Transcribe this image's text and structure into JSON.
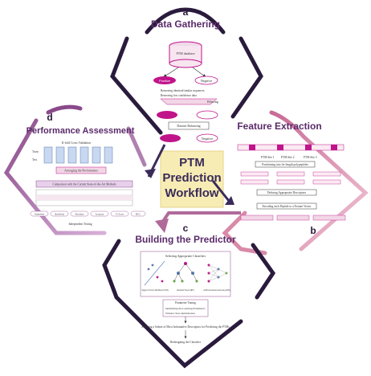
{
  "center": {
    "line1": "PTM",
    "line2": "Prediction",
    "line3": "Workflow"
  },
  "panels": {
    "a": {
      "letter": "a",
      "title": "Data Gathering",
      "db_label": "PTM database",
      "positive_label": "Positive",
      "negative_label": "Negative",
      "bullet1": "Removing identical/similar sequences",
      "bullet2": "Removing low confidence data",
      "filtering_label": "Filtering",
      "balancing_label": "Dataset Balancing",
      "neg2_label": "Negative"
    },
    "b": {
      "letter": "b",
      "title": "Feature Extraction",
      "seq_labels": [
        "PTM Site 1",
        "PTM Site 2",
        "PTM Site 3"
      ],
      "step1": "Partitioning into fix-length polypeptides",
      "step2": "Defining Appropriate Descriptors",
      "step3": "Encoding each Peptide to a Feature Vector"
    },
    "c": {
      "letter": "c",
      "title": "Building the Predictor",
      "box_title": "Selecting Appropriate Classifiers",
      "clf1": "Support Vector Machine (SVM)",
      "clf2": "Random Forest (RF)",
      "clf3": "Artificial neural network (ANN)",
      "tuning_title": "Parameter Tuning",
      "tuning1": "Optimizing the Learning Parameters",
      "tuning2": "Window Size Optimization",
      "step_select": "Selecting a Subset of Most Informative Descriptors for Predicting the PTMs",
      "step_retrain": "Redesigning the Classifier"
    },
    "d": {
      "letter": "d",
      "title": "Performance Assessment",
      "cv_label": "K-fold Cross Validation",
      "train_label": "Train",
      "test_label": "Test",
      "avg_label": "Averaging the Performance",
      "compare_label": "Comparison with the Current State-of-the-Art Methods",
      "metrics": [
        "Sensitivity",
        "Specificity",
        "Precision",
        "Accuracy",
        "F1 Score",
        "MCC"
      ],
      "ind_label": "Independent Testing"
    }
  },
  "colors": {
    "frame_dark": "#2a1b3d",
    "frame_pink": "#d98aa8",
    "title_purple": "#5a2a6a",
    "center_box": "#f7edb4",
    "arrow_purple": "#3a2a5a",
    "arrow_pink": "#b06a9a",
    "magenta": "#c0148a"
  }
}
